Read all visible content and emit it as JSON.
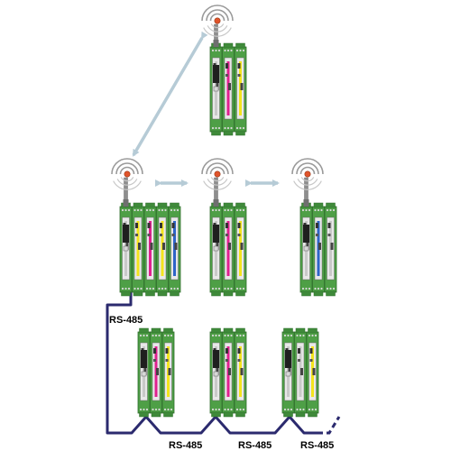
{
  "labels": {
    "rs485_vertical": "RS-485",
    "rs485_bottom_1": "RS-485",
    "rs485_bottom_2": "RS-485",
    "rs485_bottom_3": "RS-485"
  },
  "colors": {
    "module_green": "#4e9f46",
    "module_dark_green": "#2f6e2b",
    "wireless_link": "#b6cbd6",
    "rs485_bus": "#2b2a6e",
    "antenna_tip": "#e0542b",
    "signal_ring": "#9a9a9a",
    "stripe_magenta": "#e0208f",
    "stripe_yellow": "#f4e41c",
    "stripe_blue": "#2e64c8",
    "stripe_grey": "#c9c9c9"
  },
  "nodes": [
    {
      "id": "top-wireless-station",
      "antenna": true,
      "stripes": [
        "stripe_grey",
        "stripe_magenta",
        "stripe_yellow"
      ]
    },
    {
      "id": "middle-left-wireless-station",
      "antenna": true,
      "stripes": [
        "stripe_grey",
        "stripe_yellow",
        "stripe_magenta",
        "stripe_yellow",
        "stripe_blue"
      ]
    },
    {
      "id": "middle-center-wireless-station",
      "antenna": true,
      "stripes": [
        "stripe_grey",
        "stripe_magenta",
        "stripe_yellow"
      ]
    },
    {
      "id": "middle-right-wireless-station",
      "antenna": true,
      "stripes": [
        "stripe_grey",
        "stripe_blue",
        "stripe_grey"
      ]
    },
    {
      "id": "bottom-left-extension-station",
      "antenna": false,
      "stripes": [
        "stripe_grey",
        "stripe_magenta",
        "stripe_yellow"
      ]
    },
    {
      "id": "bottom-center-extension-station",
      "antenna": false,
      "stripes": [
        "stripe_grey",
        "stripe_magenta",
        "stripe_yellow"
      ]
    },
    {
      "id": "bottom-right-extension-station",
      "antenna": false,
      "stripes": [
        "stripe_grey",
        "stripe_grey",
        "stripe_yellow"
      ]
    }
  ]
}
